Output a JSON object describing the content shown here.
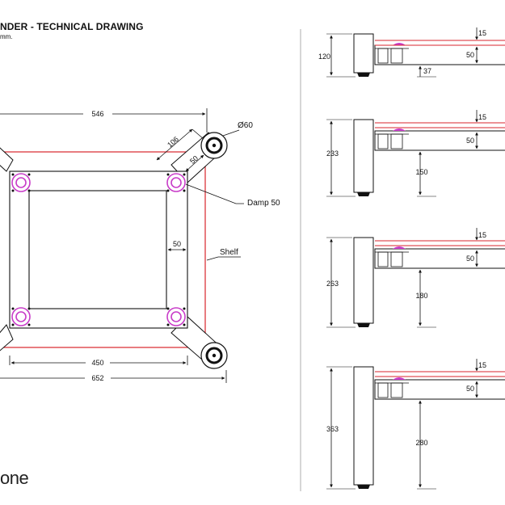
{
  "header": {
    "title": "NDER - TECHNICAL DRAWING",
    "subtitle": "mm."
  },
  "brand": "one",
  "plan": {
    "dim_top": "546",
    "dim_diag": "106",
    "dim_arm": "50",
    "dim_wheel": "Ø60",
    "damp_label": "Damp 50",
    "dim_frame": "50",
    "shelf_label": "Shelf",
    "dim_inner": "450",
    "dim_outer": "652"
  },
  "views": [
    {
      "total": "120",
      "top": "15",
      "arm": "50",
      "lower": "37"
    },
    {
      "total": "233",
      "top": "15",
      "arm": "50",
      "lower": "150"
    },
    {
      "total": "263",
      "top": "15",
      "arm": "50",
      "lower": "180"
    },
    {
      "total": "363",
      "top": "15",
      "arm": "50",
      "lower": "280"
    }
  ],
  "colors": {
    "line": "#111111",
    "shelf": "#d9262c",
    "damp": "#c83cc8"
  }
}
